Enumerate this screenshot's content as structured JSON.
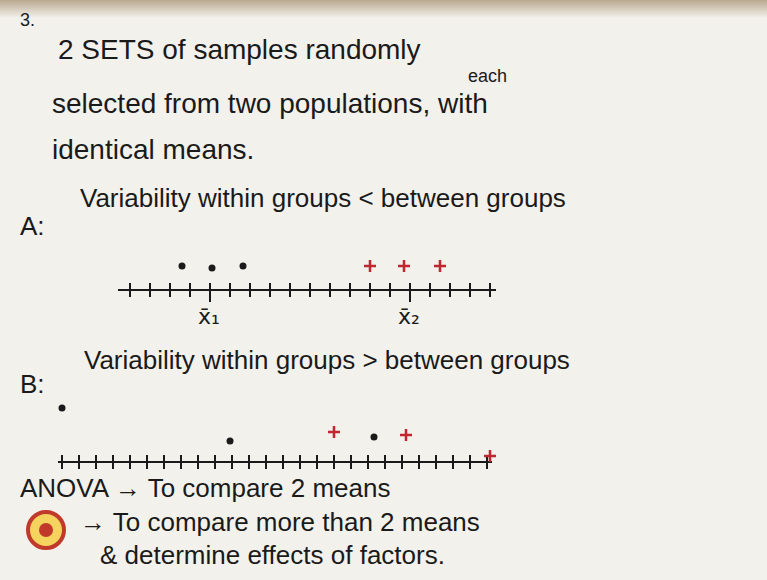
{
  "diagram": {
    "labels": [
      "3.",
      "2 SETS of samples randomly",
      "each",
      "selected from two populations, with",
      "identical means.",
      "A:",
      "Variability within groups < between groups",
      "x̄₁",
      "x̄₂",
      "B:",
      "Variability within groups > between groups",
      "ANOVA → To compare 2 means",
      "→ To compare more than 2 means",
      "& determine effects of factors."
    ]
  }
}
